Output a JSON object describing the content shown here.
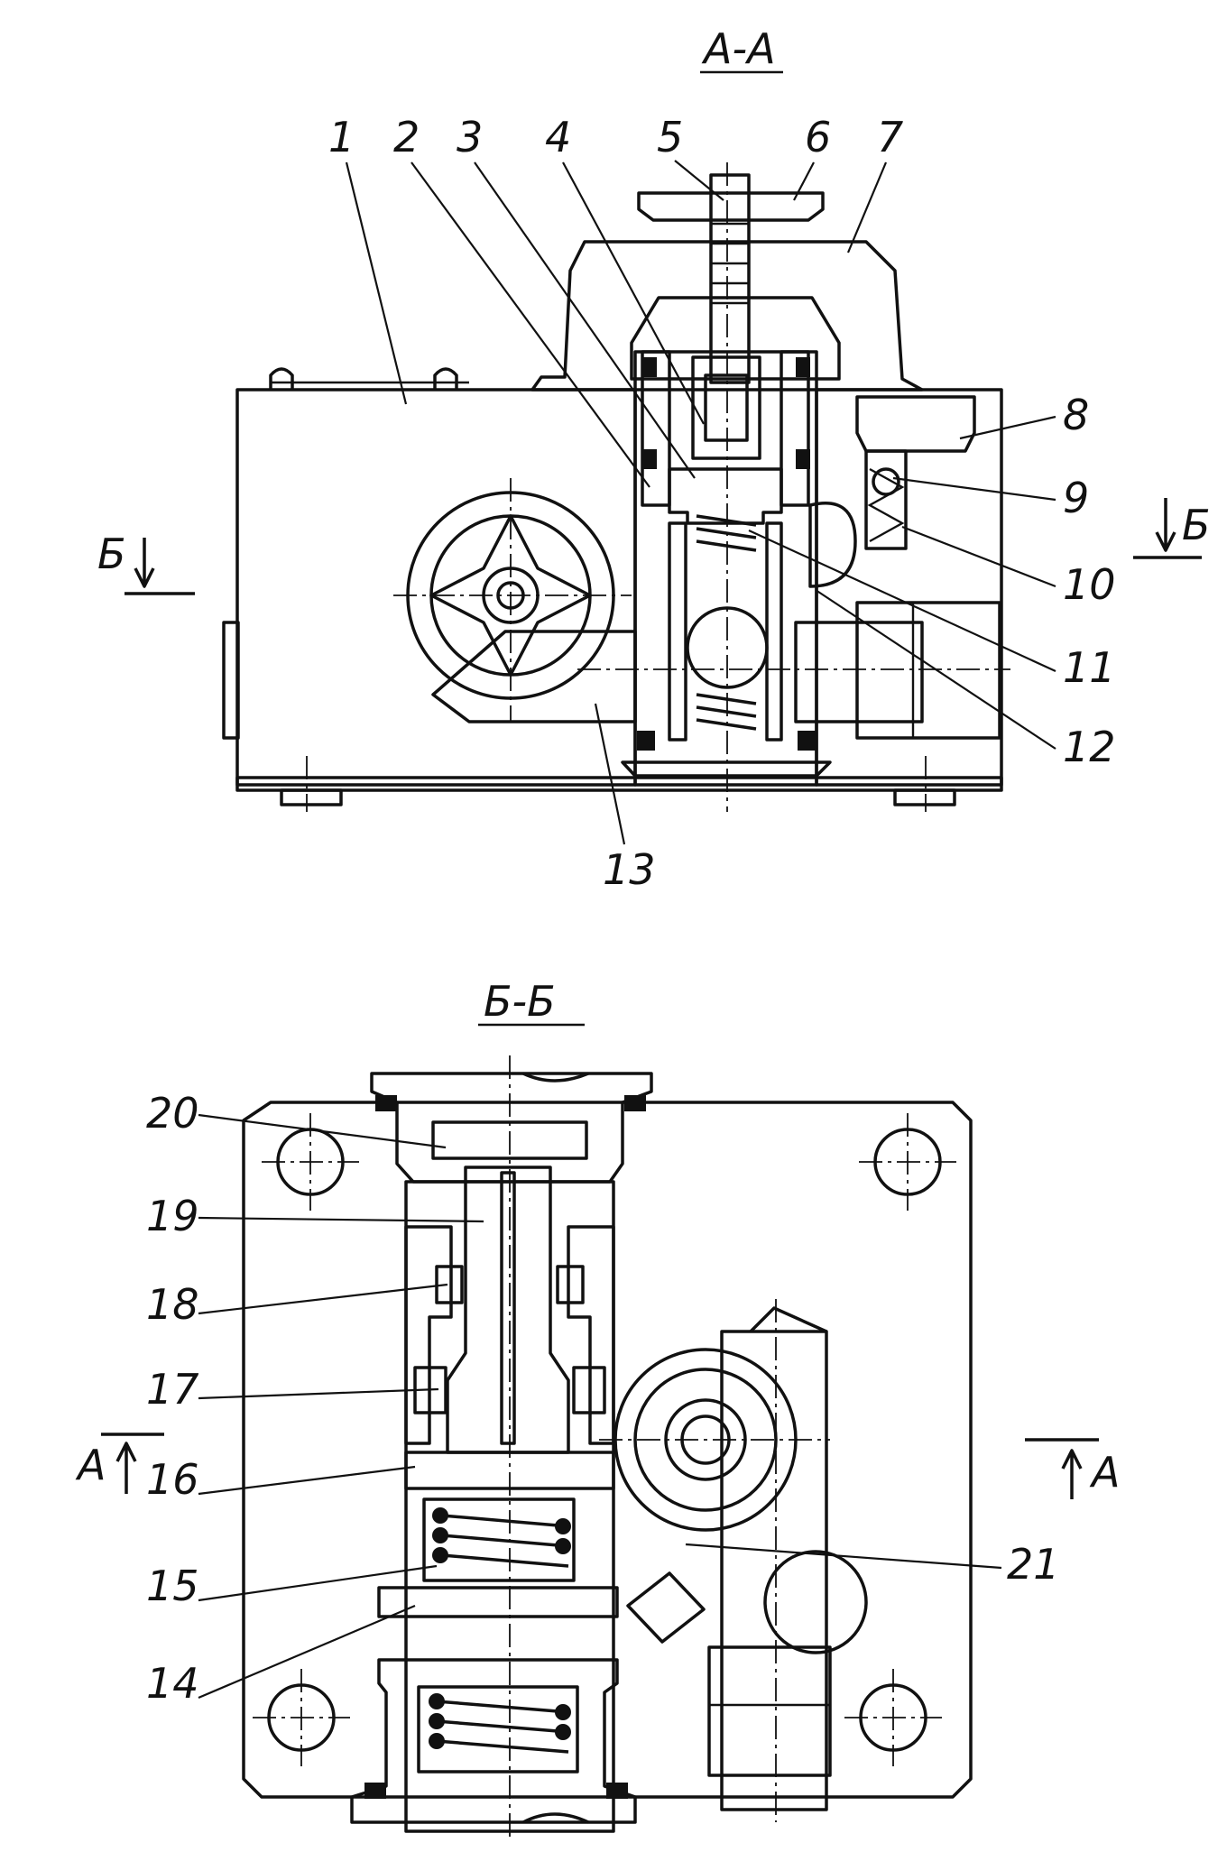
{
  "section_aa": {
    "title": "A-A"
  },
  "section_bb": {
    "title": "Б-Б"
  },
  "cut_marks": {
    "b": "Б",
    "a": "А"
  },
  "callouts_top": [
    "1",
    "2",
    "3",
    "4",
    "5",
    "6",
    "7",
    "8",
    "9",
    "10",
    "11",
    "12",
    "13"
  ],
  "callouts_bottom": [
    "14",
    "15",
    "16",
    "17",
    "18",
    "19",
    "20",
    "21"
  ]
}
